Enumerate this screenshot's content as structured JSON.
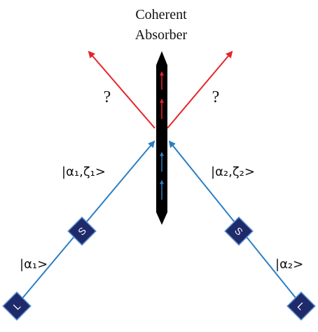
{
  "title": {
    "line1": "Coherent",
    "line2": "Absorber"
  },
  "question_left": "?",
  "question_right": "?",
  "labels": {
    "alpha1_zeta1": "|α₁,ζ₁>",
    "alpha2_zeta2": "|α₂,ζ₂>",
    "alpha1": "|α₁>",
    "alpha2": "|α₂>"
  },
  "boxes": {
    "squeezer_left": "S",
    "squeezer_right": "S",
    "laser_left": "L",
    "laser_right": "L"
  },
  "colors": {
    "input_beam": "#2a7fc4",
    "output_beam": "#e8232a",
    "absorber": "#000000",
    "box_fill": "#1f2a6b",
    "box_stroke": "#5b8fd1"
  },
  "icons": {
    "absorber": "absorber-slab",
    "inputs": "up-arrow",
    "outputs": "arrow"
  }
}
